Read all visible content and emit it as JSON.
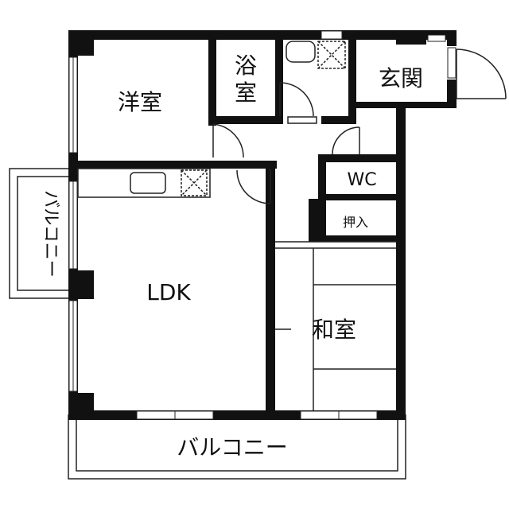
{
  "rooms": {
    "western_room": "洋室",
    "bath": "浴室",
    "entrance": "玄関",
    "wc": "WC",
    "closet": "押入",
    "ldk": "LDK",
    "japanese_room": "和室",
    "balcony_side": "バルコニー",
    "balcony_bottom": "バルコニー"
  }
}
